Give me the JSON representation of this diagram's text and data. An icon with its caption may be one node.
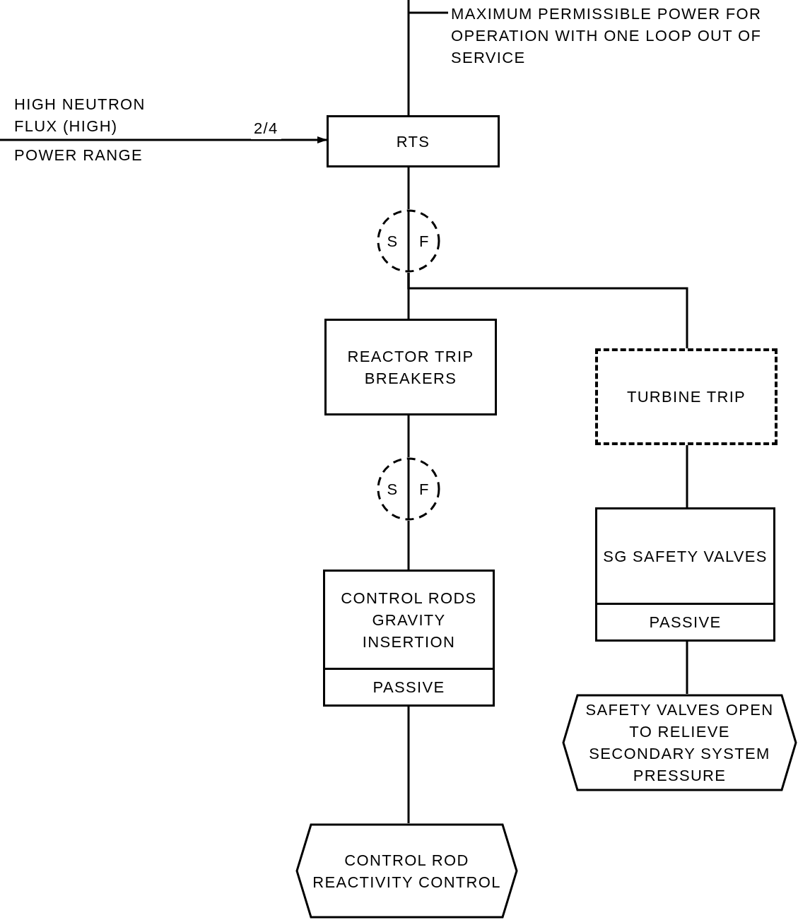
{
  "diagram": {
    "nodes": [
      {
        "text": [
          "RTS"
        ]
      },
      {
        "text": [
          "S",
          "F"
        ]
      },
      {
        "text": [
          "REACTOR TRIP BREAKERS"
        ]
      },
      {
        "text": [
          "TURBINE TRIP"
        ]
      },
      {
        "text": [
          "S",
          "F"
        ]
      },
      {
        "text": [
          "SG SAFETY VALVES",
          "PASSIVE"
        ]
      },
      {
        "text": [
          "CONTROL RODS GRAVITY INSERTION",
          "PASSIVE"
        ]
      },
      {
        "text": [
          "SAFETY VALVES OPEN TO RELIEVE SECONDARY SYSTEM PRESSURE"
        ]
      },
      {
        "text": [
          "CONTROL ROD REACTIVITY CONTROL"
        ]
      },
      {
        "text": [
          "MAXIMUM PERMISSIBLE POWER FOR OPERATION WITH ONE LOOP OUT OF SERVICE"
        ]
      }
    ],
    "edges": [
      {
        "from": null,
        "to": 0,
        "arrow": "none"
      },
      {
        "from": null,
        "to": 0,
        "arrow": "to",
        "label": "2/4"
      },
      {
        "from": 0,
        "to": 1,
        "arrow": "none"
      },
      {
        "from": 1,
        "to": 2,
        "arrow": "none"
      },
      {
        "from": 1,
        "to": 3,
        "arrow": "none"
      },
      {
        "from": 2,
        "to": 4,
        "arrow": "none"
      },
      {
        "from": 4,
        "to": 6,
        "arrow": "none"
      },
      {
        "from": 3,
        "to": 5,
        "arrow": "none"
      },
      {
        "from": 5,
        "to": 7,
        "arrow": "none"
      },
      {
        "from": 6,
        "to": 8,
        "arrow": "none"
      },
      {
        "from": 9,
        "to": null,
        "arrow": "none"
      }
    ],
    "labels": [
      "HIGH NEUTRON FLUX (HIGH)",
      "POWER RANGE"
    ]
  }
}
